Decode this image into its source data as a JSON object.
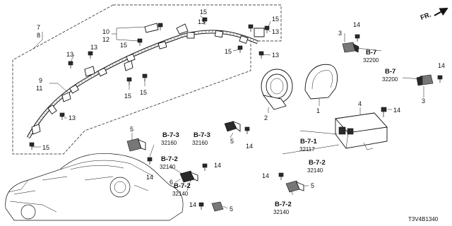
{
  "diagram_code": "T3V4B1340",
  "direction_label": "FR.",
  "labels": {
    "l1": "1",
    "l2": "2",
    "l3a": "3",
    "l3b": "3",
    "l4": "4",
    "l5a": "5",
    "l5b": "5",
    "l5c": "5",
    "l5d": "5",
    "l6": "6",
    "l7": "7",
    "l8": "8",
    "l9": "9",
    "l10": "10",
    "l11": "11",
    "l12": "12",
    "l13a": "13",
    "l13b": "13",
    "l13c": "13",
    "l13d": "13",
    "l13e": "13",
    "l13f": "13",
    "l14a": "14",
    "l14b": "14",
    "l14c": "14",
    "l14d": "14",
    "l14e": "14",
    "l14f": "14",
    "l14g": "14",
    "l14h": "14",
    "l15a": "15",
    "l15b": "15",
    "l15c": "15",
    "l15d": "15",
    "l15e": "15",
    "l15f": "15",
    "l15g": "15"
  },
  "refs": {
    "r1": {
      "ref": "B-7",
      "code": "32200"
    },
    "r2": {
      "ref": "B-7",
      "code": "32200"
    },
    "r3": {
      "ref": "B-7-3",
      "code": "32160"
    },
    "r4": {
      "ref": "B-7-3",
      "code": "32160"
    },
    "r5": {
      "ref": "B-7-1",
      "code": "32117"
    },
    "r6": {
      "ref": "B-7-2",
      "code": "32140"
    },
    "r7": {
      "ref": "B-7-2",
      "code": "32140"
    },
    "r8": {
      "ref": "B-7-2",
      "code": "32140"
    },
    "r9": {
      "ref": "B-7-2",
      "code": "32140"
    }
  }
}
